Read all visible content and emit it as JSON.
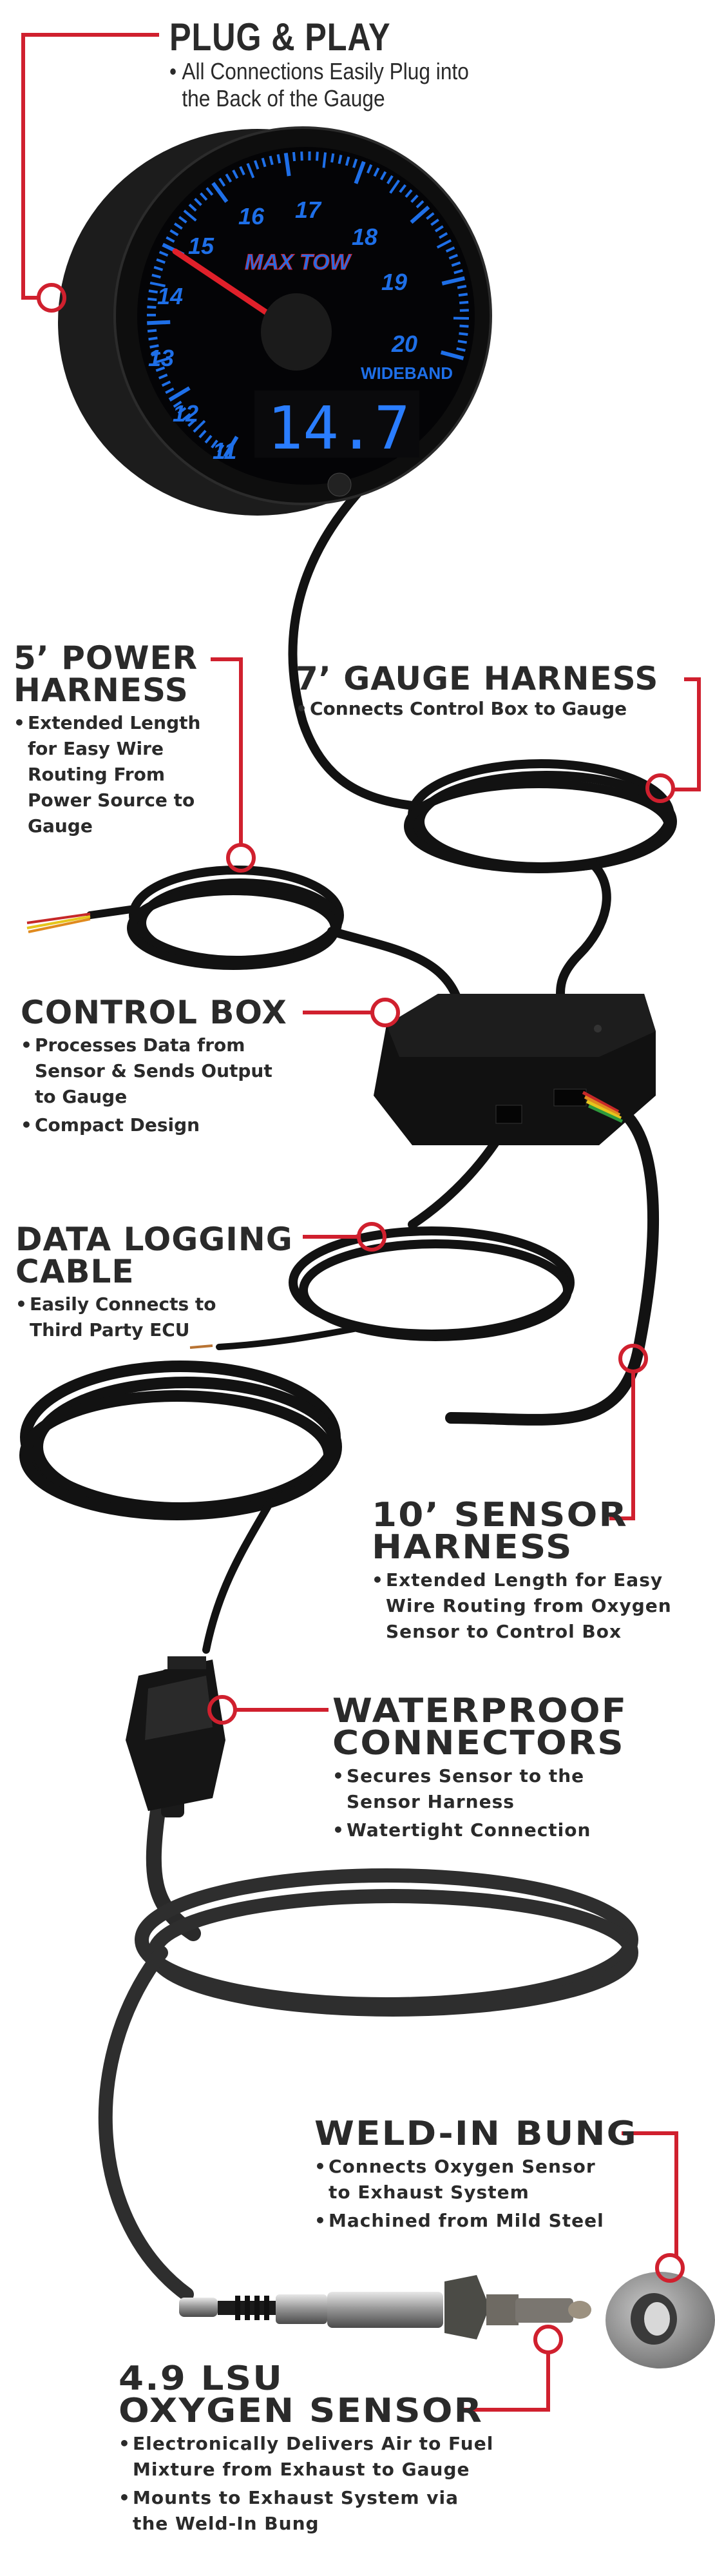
{
  "colors": {
    "accent_red": "#d0202e",
    "text": "#2a2a2a",
    "gauge_blue": "#1e6fe8",
    "cable": "#121212"
  },
  "gauge": {
    "brand_logo": "MAX TOW",
    "scale_numbers": [
      "11",
      "12",
      "13",
      "14",
      "15",
      "16",
      "17",
      "18",
      "19",
      "20"
    ],
    "label": "WIDEBAND",
    "digital_readout": "14.7"
  },
  "callouts": {
    "plug_play": {
      "title": "PLUG & PLAY",
      "bullets": [
        "All Connections Easily Plug into\nthe Back of the Gauge"
      ]
    },
    "power_harness": {
      "title": [
        "5’ POWER",
        "HARNESS"
      ],
      "bullets": [
        "Extended Length\nfor Easy Wire\nRouting From\nPower Source to\nGauge"
      ]
    },
    "gauge_harness": {
      "title": "7’ GAUGE HARNESS",
      "bullets": [
        "Connects Control Box to Gauge"
      ]
    },
    "control_box": {
      "title": "CONTROL BOX",
      "bullets": [
        "Processes Data from\nSensor & Sends Output\nto Gauge",
        "Compact Design"
      ]
    },
    "data_logging": {
      "title": [
        "DATA LOGGING",
        "CABLE"
      ],
      "bullets": [
        "Easily Connects to\nThird Party ECU"
      ]
    },
    "sensor_harness": {
      "title": [
        "10’ SENSOR",
        "HARNESS"
      ],
      "bullets": [
        "Extended Length for Easy\nWire Routing from Oxygen\nSensor to Control Box"
      ]
    },
    "waterproof": {
      "title": [
        "WATERPROOF",
        "CONNECTORS"
      ],
      "bullets": [
        "Secures Sensor to the\nSensor Harness",
        "Watertight Connection"
      ]
    },
    "weld_bung": {
      "title": "WELD-IN BUNG",
      "bullets": [
        "Connects Oxygen Sensor\nto Exhaust System",
        "Machined from Mild Steel"
      ]
    },
    "oxygen_sensor": {
      "title": [
        "4.9 LSU",
        "OXYGEN SENSOR"
      ],
      "bullets": [
        "Electronically Delivers Air to Fuel\nMixture from Exhaust to Gauge",
        "Mounts to Exhaust System via\nthe Weld-In Bung"
      ]
    }
  }
}
